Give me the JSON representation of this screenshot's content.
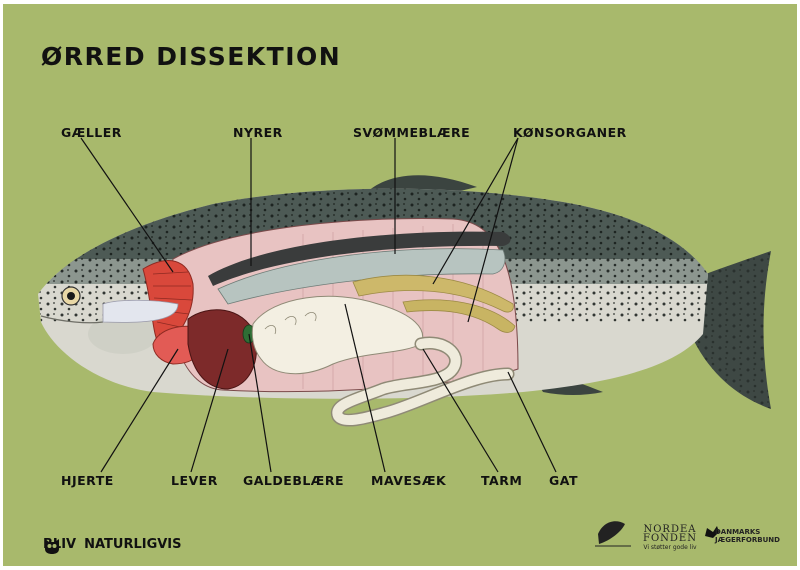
{
  "title": "ØRRED DISSEKTION",
  "labels": {
    "gaeller": "GÆLLER",
    "nyrer": "NYRER",
    "svommeblaere": "SVØMMEBLÆRE",
    "konsorganer": "KØNSORGANER",
    "hjerte": "HJERTE",
    "lever": "LEVER",
    "galdeblaere": "GALDEBLÆRE",
    "mavesaek": "MAVESÆK",
    "tarm": "TARM",
    "gat": "GAT"
  },
  "brand": {
    "left": "BLIV",
    "right": "NATURLIGVIS"
  },
  "logos": {
    "nordea_line1": "NORDEA",
    "nordea_line2": "FONDEN",
    "nordea_tagline": "Vi støtter gode liv",
    "dj_line1": "DANMARKS",
    "dj_line2": "JÆGERFORBUND"
  },
  "colors": {
    "background": "#a8b96c",
    "fish_back": "#4d5a55",
    "fish_belly": "#d9d8cf",
    "body_cavity": "#e8c3c2",
    "gills": "#d9483b",
    "liver": "#7d2a2a",
    "gallbladder": "#2e6e35",
    "gonads": "#cdb86a",
    "gut": "#efebdc"
  }
}
